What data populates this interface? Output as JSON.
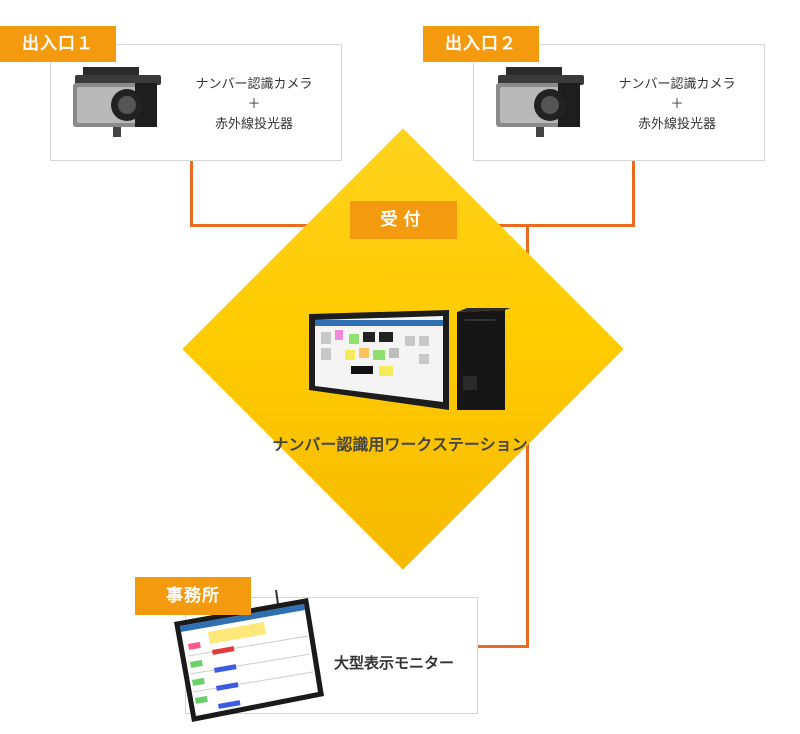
{
  "entrance1": {
    "tag": "出入口１",
    "line1": "ナンバー認識カメラ",
    "plus": "＋",
    "line2": "赤外線投光器"
  },
  "entrance2": {
    "tag": "出入口２",
    "line1": "ナンバー認識カメラ",
    "plus": "＋",
    "line2": "赤外線投光器"
  },
  "reception": {
    "tag": "受付",
    "workstation_label": "ナンバー認識用ワークステーション"
  },
  "office": {
    "tag": "事務所",
    "monitor_label": "大型表示モニター"
  },
  "colors": {
    "tag_orange": "#f39a0f",
    "connector": "#ec6b20",
    "diamond_yellow": "#ffcc00"
  }
}
